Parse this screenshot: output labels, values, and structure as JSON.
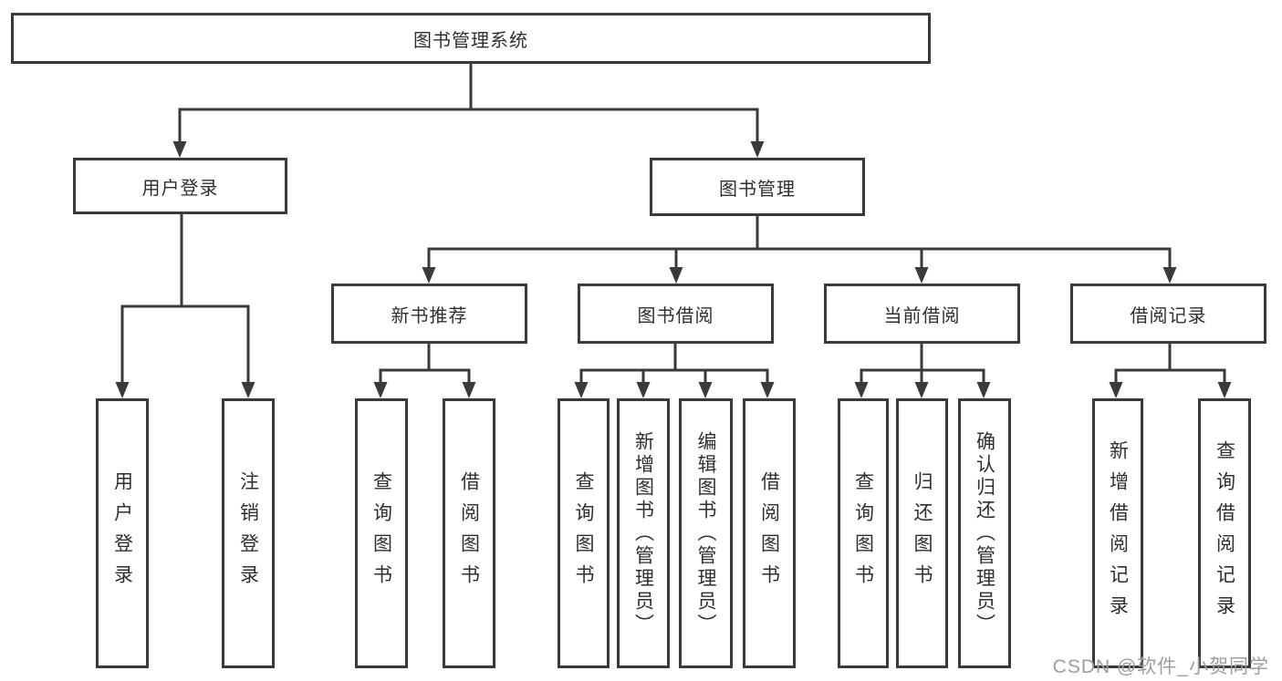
{
  "tree": {
    "label": "图书管理系统",
    "children": [
      {
        "label": "用户登录",
        "children": [
          {
            "label": "用户登录"
          },
          {
            "label": "注销登录"
          }
        ]
      },
      {
        "label": "图书管理",
        "children": [
          {
            "label": "新书推荐",
            "children": [
              {
                "label": "查询图书"
              },
              {
                "label": "借阅图书"
              }
            ]
          },
          {
            "label": "图书借阅",
            "children": [
              {
                "label": "查询图书"
              },
              {
                "label": "新增图书（管理员）"
              },
              {
                "label": "编辑图书（管理员）"
              },
              {
                "label": "借阅图书"
              }
            ]
          },
          {
            "label": "当前借阅",
            "children": [
              {
                "label": "查询图书"
              },
              {
                "label": "归还图书"
              },
              {
                "label": "确认归还（管理员）"
              }
            ]
          },
          {
            "label": "借阅记录",
            "children": [
              {
                "label": "新增借阅记录"
              },
              {
                "label": "查询借阅记录"
              }
            ]
          }
        ]
      }
    ]
  },
  "watermark": {
    "text": "CSDN @软件_小贺同学"
  },
  "colors": {
    "line": "#3a3a3a",
    "text": "#2f2f2f",
    "watermark_text": "#9e9e9e",
    "background": "#ffffff"
  }
}
